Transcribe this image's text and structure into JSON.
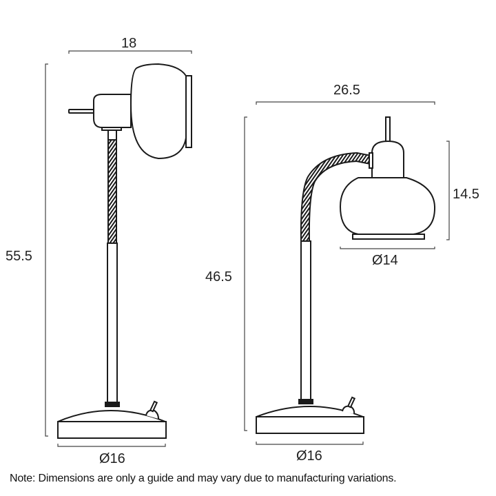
{
  "diagram": {
    "left_lamp": {
      "view": "side",
      "width_label": "18",
      "height_label": "55.5",
      "base_label": "Ø16"
    },
    "right_lamp": {
      "view": "front",
      "width_label": "26.5",
      "height_label": "46.5",
      "shade_height_label": "14.5",
      "shade_diameter_label": "Ø14",
      "base_label": "Ø16"
    },
    "note": "Note: Dimensions are only a guide and may vary due to manufacturing variations.",
    "colors": {
      "line": "#1a1a1a",
      "dimension": "#444444",
      "background": "#ffffff"
    }
  }
}
